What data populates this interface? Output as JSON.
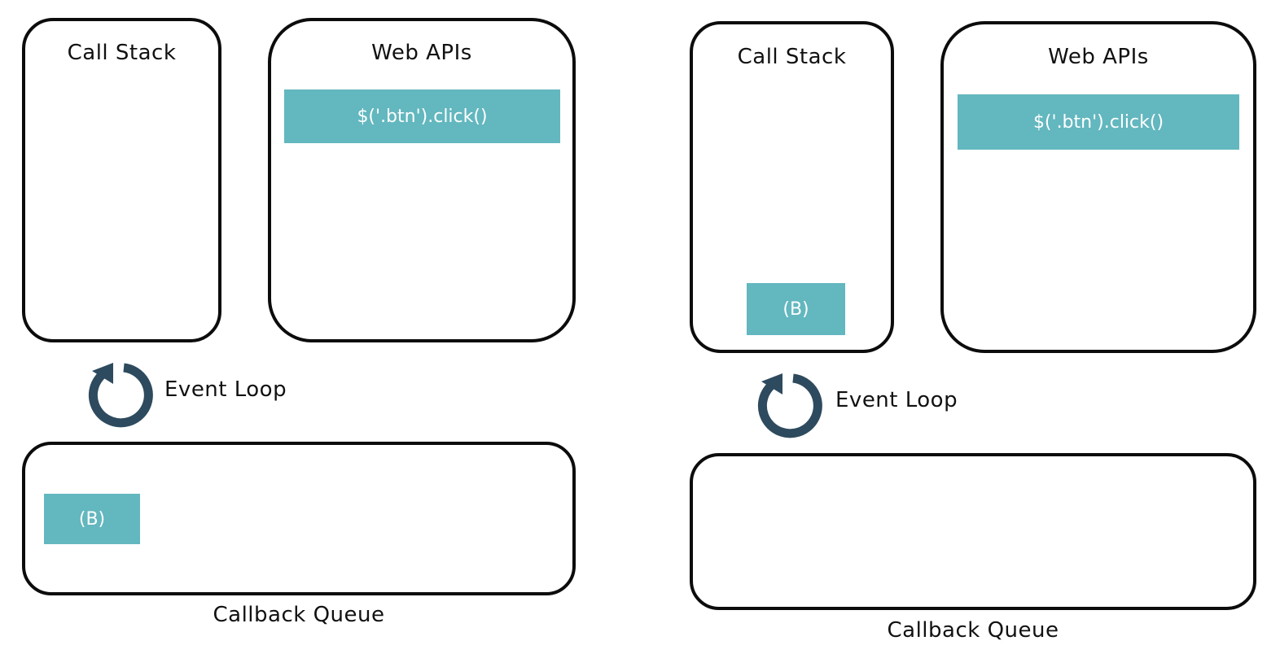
{
  "colors": {
    "outline": "#0c0c0c",
    "block_fill": "#63b7bf",
    "block_text": "#ffffff",
    "loop_icon": "#2e4a5e"
  },
  "panels": [
    {
      "call_stack": {
        "title": "Call Stack",
        "items": []
      },
      "web_apis": {
        "title": "Web APIs",
        "items": [
          "$('.btn').click()"
        ]
      },
      "event_loop": {
        "label": "Event Loop",
        "icon": "circular-arrow-icon"
      },
      "callback_queue": {
        "label": "Callback Queue",
        "items": [
          "(B)"
        ]
      }
    },
    {
      "call_stack": {
        "title": "Call Stack",
        "items": [
          "(B)"
        ]
      },
      "web_apis": {
        "title": "Web APIs",
        "items": [
          "$('.btn').click()"
        ]
      },
      "event_loop": {
        "label": "Event Loop",
        "icon": "circular-arrow-icon"
      },
      "callback_queue": {
        "label": "Callback Queue",
        "items": []
      }
    }
  ]
}
